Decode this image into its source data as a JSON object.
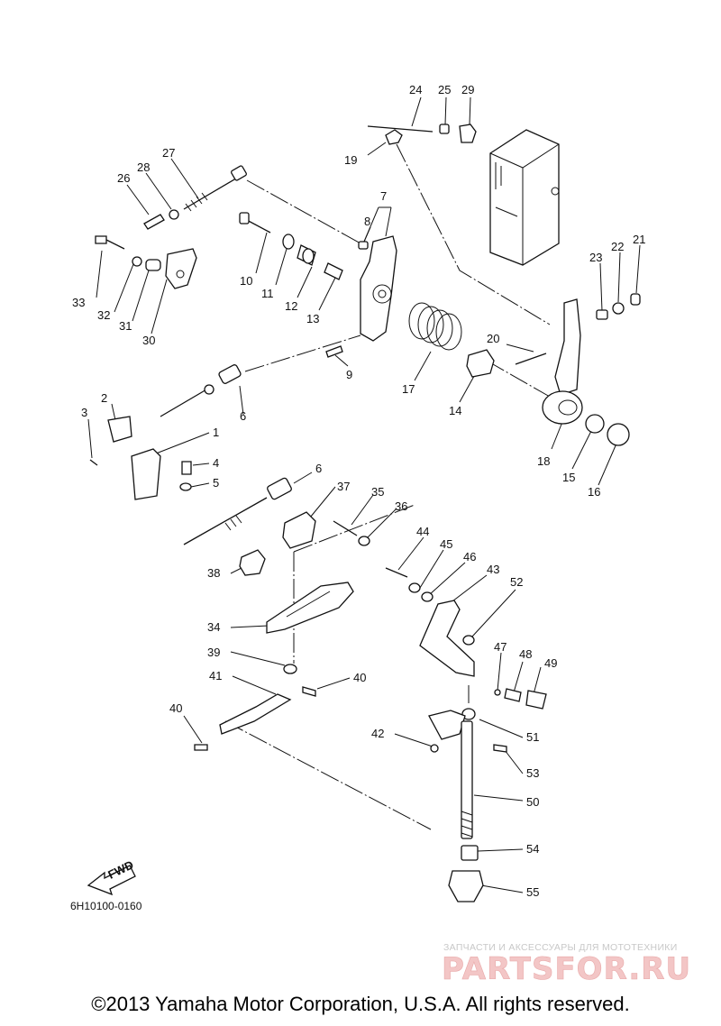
{
  "diagram": {
    "callouts": [
      "1",
      "2",
      "3",
      "4",
      "5",
      "6",
      "6",
      "7",
      "8",
      "9",
      "10",
      "11",
      "12",
      "13",
      "14",
      "15",
      "16",
      "17",
      "18",
      "19",
      "20",
      "21",
      "22",
      "23",
      "24",
      "25",
      "29",
      "26",
      "27",
      "28",
      "30",
      "31",
      "32",
      "33",
      "34",
      "35",
      "36",
      "37",
      "38",
      "39",
      "40",
      "40",
      "41",
      "42",
      "43",
      "44",
      "45",
      "46",
      "47",
      "48",
      "49",
      "50",
      "51",
      "52",
      "53",
      "54",
      "55"
    ],
    "direction_label": "FWD",
    "drawing_code": "6H10100-0160"
  },
  "watermark": {
    "tagline": "ЗАПЧАСТИ И АКСЕССУАРЫ ДЛЯ МОТОТЕХНИКИ",
    "brand": "PARTSFOR.RU"
  },
  "footer": {
    "copyright": "©2013 Yamaha Motor Corporation, U.S.A. All rights reserved."
  }
}
